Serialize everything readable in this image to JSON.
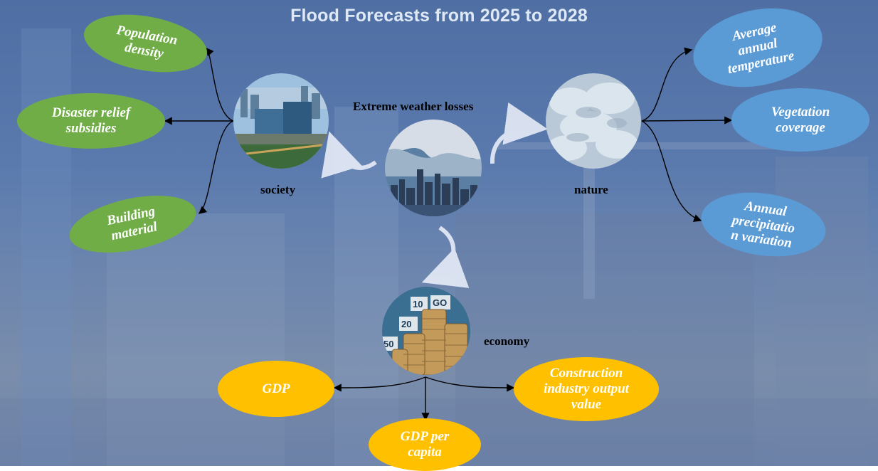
{
  "title": "Flood Forecasts from 2025 to 2028",
  "center": {
    "label": "Extreme weather losses",
    "image": "city-skyline-storm-clouds"
  },
  "society": {
    "label": "society",
    "image": "city-buildings-aerial",
    "items": [
      "Population density",
      "Disaster relief subsidies",
      "Building material"
    ]
  },
  "nature": {
    "label": "nature",
    "image": "clouds-texture",
    "items": [
      "Average annual temperature",
      "Vegetation coverage",
      "Annual precipitatio n variation"
    ]
  },
  "economy": {
    "label": "economy",
    "image": "coin-stacks",
    "coin_labels": [
      "10",
      "GO",
      "20",
      "50"
    ],
    "items": [
      "GDP",
      "GDP per capita",
      "Construction industry output value"
    ]
  },
  "colors": {
    "society": "#71ad47",
    "nature": "#5b9bd5",
    "economy": "#ffc000"
  }
}
